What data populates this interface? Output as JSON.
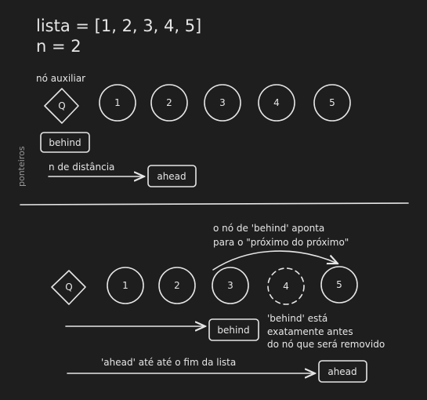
{
  "colors": {
    "background": "#1e1e1e",
    "ink": "#e6e6e6"
  },
  "header": {
    "line1": "lista = [1, 2, 3, 4, 5]",
    "line2": "n = 2"
  },
  "top": {
    "aux_label": "nó auxiliar",
    "aux_node": "Q",
    "nodes": [
      "1",
      "2",
      "3",
      "4",
      "5"
    ],
    "behind_label": "behind",
    "side_label": "ponteiros",
    "distance_label": "n de distância",
    "ahead_label": "ahead"
  },
  "bottom": {
    "note_line1": "o nó de 'behind' aponta",
    "note_line2": "para o \"próximo do próximo\"",
    "aux_node": "Q",
    "nodes": [
      "1",
      "2",
      "3",
      "4",
      "5"
    ],
    "behind_label": "behind",
    "behind_note_line1": "'behind' está",
    "behind_note_line2": "exatamente antes",
    "behind_note_line3": "do nó que será removido",
    "ahead_note": "'ahead' até até o fim da lista",
    "ahead_label": "ahead"
  }
}
